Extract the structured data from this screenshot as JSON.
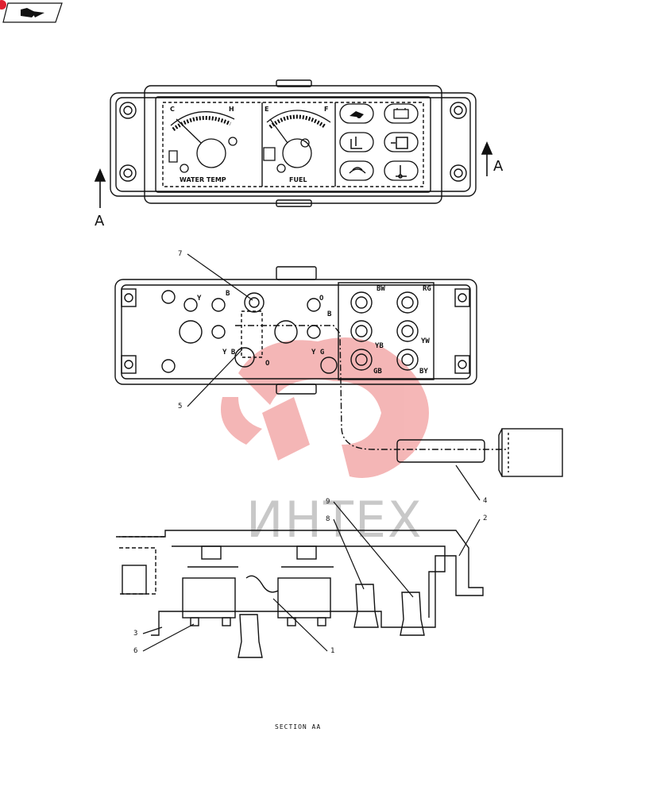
{
  "gauges": {
    "water_temp": "WATER TEMP",
    "fuel": "FUEL",
    "low_mark": "C",
    "high_mark": "H",
    "empty_mark": "E",
    "full_mark": "F"
  },
  "section_marker": "A",
  "callouts": [
    "7",
    "5",
    "4",
    "2",
    "9",
    "8",
    "3",
    "6",
    "1"
  ],
  "wire_labels": [
    "Y",
    "B",
    "Y B",
    "Y G",
    "B",
    "O",
    "O",
    "BW",
    "RG",
    "YB",
    "YW",
    "GB",
    "BY"
  ],
  "caption": "SECTION AA",
  "watermark": "ИНТЕХ",
  "icons": [
    "nav-icon",
    "oil-pressure-icon",
    "battery-icon",
    "coolant-icon",
    "fuel-filter-icon",
    "air-filter-icon",
    "transmission-temp-icon"
  ]
}
